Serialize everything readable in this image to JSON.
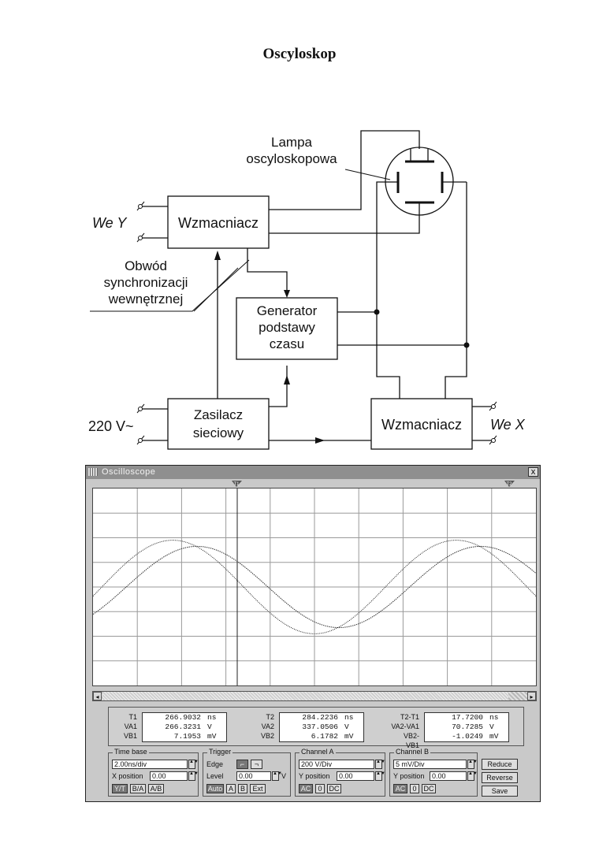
{
  "page": {
    "title": "Oscyloskop"
  },
  "diagram": {
    "lamp_label": [
      "Lampa",
      "oscyloskopowa"
    ],
    "input_y": "We Y",
    "input_x": "We X",
    "mains": "220 V~",
    "amp_y": "Wzmacniacz",
    "amp_x": "Wzmacniacz",
    "sync_label": [
      "Obwód",
      "synchronizacji",
      "wewnętrznej"
    ],
    "generator": [
      "Generator",
      "podstawy",
      "czasu"
    ],
    "power_supply": [
      "Zasilacz",
      "sieciowy"
    ]
  },
  "oscilloscope": {
    "window_title": "Oscilloscope",
    "close_label": "x",
    "marker_t1": "T1",
    "marker_t2": "T2",
    "scroll_left": "◂",
    "scroll_right": "▸",
    "readout_t1": {
      "labels": [
        "T1",
        "VA1",
        "VB1"
      ],
      "values": [
        "266.9032",
        "266.3231",
        "7.1953"
      ],
      "units": [
        "ns",
        "V",
        "mV"
      ]
    },
    "readout_t2": {
      "labels": [
        "T2",
        "VA2",
        "VB2"
      ],
      "values": [
        "284.2236",
        "337.0506",
        "6.1782"
      ],
      "units": [
        "ns",
        "V",
        "mV"
      ]
    },
    "readout_delta": {
      "labels": [
        "T2-T1",
        "VA2-VA1",
        "VB2-VB1"
      ],
      "values": [
        "17.7200",
        "70.7285",
        "-1.0249"
      ],
      "units": [
        "ns",
        "V",
        "mV"
      ]
    },
    "time_base": {
      "title": "Time base",
      "value": "2.00ns/div",
      "xpos_label": "X position",
      "xpos_value": "0.00",
      "modes": [
        "Y/T",
        "B/A",
        "A/B"
      ]
    },
    "trigger": {
      "title": "Trigger",
      "edge_label": "Edge",
      "level_label": "Level",
      "level_value": "0.00",
      "level_unit": "V",
      "sources": [
        "Auto",
        "A",
        "B",
        "Ext"
      ]
    },
    "channel_a": {
      "title": "Channel A",
      "value": "200 V/Div",
      "ypos_label": "Y position",
      "ypos_value": "0.00",
      "coupling": [
        "AC",
        "0",
        "DC"
      ]
    },
    "channel_b": {
      "title": "Channel B",
      "value": "5 mV/Div",
      "ypos_label": "Y position",
      "ypos_value": "0.00",
      "coupling": [
        "AC",
        "0",
        "DC"
      ]
    },
    "buttons": {
      "reduce": "Reduce",
      "reverse": "Reverse",
      "save": "Save"
    },
    "trace_a": {
      "amplitude_div": 1.9,
      "period_div": 6.4,
      "phase_div": 0.2
    },
    "trace_b": {
      "amplitude_div": 1.65,
      "period_div": 6.4,
      "phase_div": 0.75
    }
  }
}
